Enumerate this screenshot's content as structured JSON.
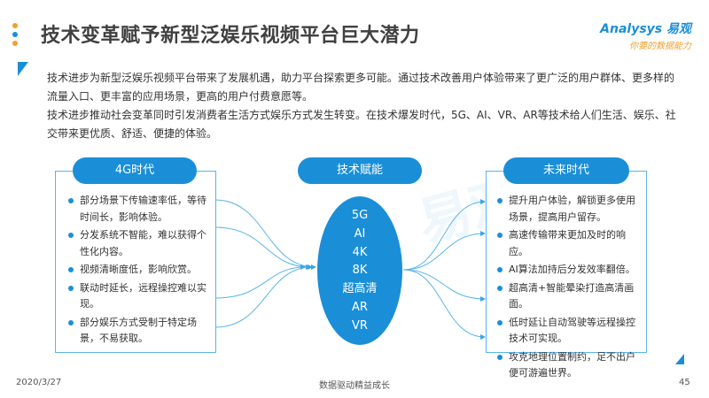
{
  "header": {
    "title": "技术变革赋予新型泛娱乐视频平台巨大潜力",
    "logo_en": "Analysys 易观",
    "logo_slogan": "你要的数据能力"
  },
  "intro": {
    "lines": [
      "技术进步为新型泛娱乐视频平台带来了发展机遇，助力平台探索更多可能。通过技术改善用户体验带来了更广泛的用户群体、更多样的流量入口、更丰富的应用场景，更高的用户付费意愿等。",
      "技术进步推动社会变革同时引发消费者生活方式娱乐方式发生转变。在技术爆发时代，5G、AI、VR、AR等技术给人们生活、娱乐、社交带来更优质、舒适、便捷的体验。"
    ]
  },
  "left": {
    "title": "4G时代",
    "items": [
      "部分场景下传输速率低，等待时间长，影响体验。",
      "分发系统不智能，难以获得个性化内容。",
      "视频清晰度低，影响欣赏。",
      "联动时延长，远程操控难以实现。",
      "部分娱乐方式受制于特定场景，不易获取。"
    ]
  },
  "center": {
    "title": "技术赋能",
    "items": [
      "5G",
      "AI",
      "4K",
      "8K",
      "超高清",
      "AR",
      "VR"
    ]
  },
  "right": {
    "title": "未来时代",
    "items": [
      "提升用户体验，解锁更多使用场景，提高用户留存。",
      "高速传输带来更加及时的响应。",
      "AI算法加持后分发效率翻倍。",
      "超高清+智能晕染打造高清画面。",
      "低时延让自动驾驶等远程操控技术可实现。",
      "攻克地理位置制约，足不出户便可游遍世界。"
    ]
  },
  "footer": {
    "date": "2020/3/27",
    "slogan": "数据驱动精益成长",
    "page": "45"
  },
  "colors": {
    "accent": "#1a8fd8",
    "orange": "#f0a030"
  }
}
